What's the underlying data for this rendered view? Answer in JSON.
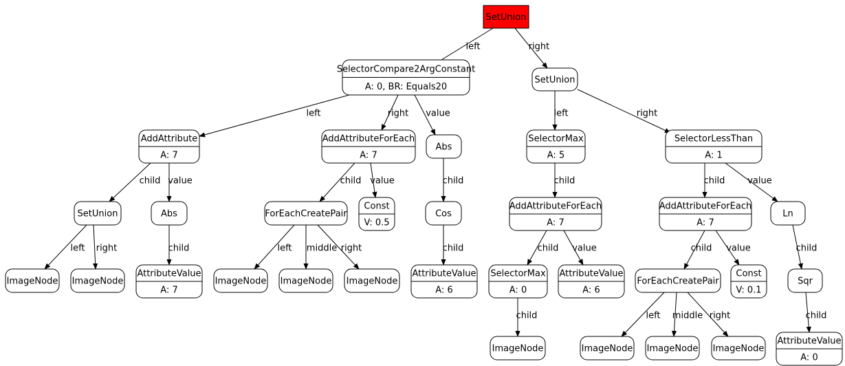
{
  "diagram": {
    "nodes": [
      {
        "id": "n0",
        "title": "SetUnion",
        "root": true
      },
      {
        "id": "n1",
        "title": "SelectorCompare2ArgConstant",
        "sub": "A: 0, BR: Equals20"
      },
      {
        "id": "n2",
        "title": "SetUnion"
      },
      {
        "id": "n3",
        "title": "AddAttribute",
        "sub": "A: 7"
      },
      {
        "id": "n4",
        "title": "AddAttributeForEach",
        "sub": "A: 7"
      },
      {
        "id": "n5",
        "title": "Abs"
      },
      {
        "id": "n6",
        "title": "SelectorMax",
        "sub": "A: 5"
      },
      {
        "id": "n7",
        "title": "SelectorLessThan",
        "sub": "A: 1"
      },
      {
        "id": "n8",
        "title": "SetUnion"
      },
      {
        "id": "n9",
        "title": "Abs"
      },
      {
        "id": "n10",
        "title": "ForEachCreatePair"
      },
      {
        "id": "n11",
        "title": "Const",
        "sub": "V: 0.5"
      },
      {
        "id": "n12",
        "title": "Cos"
      },
      {
        "id": "n13",
        "title": "AddAttributeForEach",
        "sub": "A: 7"
      },
      {
        "id": "n14",
        "title": "AddAttributeForEach",
        "sub": "A: 7"
      },
      {
        "id": "n15",
        "title": "Ln"
      },
      {
        "id": "n16",
        "title": "ImageNode"
      },
      {
        "id": "n17",
        "title": "ImageNode"
      },
      {
        "id": "n18",
        "title": "AttributeValue",
        "sub": "A: 7"
      },
      {
        "id": "n19",
        "title": "ImageNode"
      },
      {
        "id": "n20",
        "title": "ImageNode"
      },
      {
        "id": "n21",
        "title": "ImageNode"
      },
      {
        "id": "n22",
        "title": "AttributeValue",
        "sub": "A: 6"
      },
      {
        "id": "n23",
        "title": "SelectorMax",
        "sub": "A: 0"
      },
      {
        "id": "n24",
        "title": "AttributeValue",
        "sub": "A: 6"
      },
      {
        "id": "n25",
        "title": "ForEachCreatePair"
      },
      {
        "id": "n26",
        "title": "Const",
        "sub": "V: 0.1"
      },
      {
        "id": "n27",
        "title": "Sqr"
      },
      {
        "id": "n28",
        "title": "ImageNode"
      },
      {
        "id": "n29",
        "title": "ImageNode"
      },
      {
        "id": "n30",
        "title": "ImageNode"
      },
      {
        "id": "n31",
        "title": "ImageNode"
      },
      {
        "id": "n32",
        "title": "AttributeValue",
        "sub": "A: 0"
      }
    ],
    "edges": [
      {
        "from": "n0",
        "to": "n1",
        "label": "left"
      },
      {
        "from": "n0",
        "to": "n2",
        "label": "right"
      },
      {
        "from": "n1",
        "to": "n3",
        "label": "left"
      },
      {
        "from": "n1",
        "to": "n4",
        "label": "right"
      },
      {
        "from": "n1",
        "to": "n5",
        "label": "value"
      },
      {
        "from": "n2",
        "to": "n6",
        "label": "left"
      },
      {
        "from": "n2",
        "to": "n7",
        "label": "right"
      },
      {
        "from": "n3",
        "to": "n8",
        "label": "child"
      },
      {
        "from": "n3",
        "to": "n9",
        "label": "value"
      },
      {
        "from": "n4",
        "to": "n10",
        "label": "child"
      },
      {
        "from": "n4",
        "to": "n11",
        "label": "value"
      },
      {
        "from": "n5",
        "to": "n12",
        "label": "child"
      },
      {
        "from": "n6",
        "to": "n13",
        "label": "child"
      },
      {
        "from": "n7",
        "to": "n14",
        "label": "child"
      },
      {
        "from": "n7",
        "to": "n15",
        "label": "value"
      },
      {
        "from": "n8",
        "to": "n16",
        "label": "left"
      },
      {
        "from": "n8",
        "to": "n17",
        "label": "right"
      },
      {
        "from": "n9",
        "to": "n18",
        "label": "child"
      },
      {
        "from": "n10",
        "to": "n19",
        "label": "left"
      },
      {
        "from": "n10",
        "to": "n20",
        "label": "middle"
      },
      {
        "from": "n10",
        "to": "n21",
        "label": "right"
      },
      {
        "from": "n12",
        "to": "n22",
        "label": "child"
      },
      {
        "from": "n13",
        "to": "n23",
        "label": "child"
      },
      {
        "from": "n13",
        "to": "n24",
        "label": "value"
      },
      {
        "from": "n14",
        "to": "n25",
        "label": "child"
      },
      {
        "from": "n14",
        "to": "n26",
        "label": "value"
      },
      {
        "from": "n15",
        "to": "n27",
        "label": "child"
      },
      {
        "from": "n23",
        "to": "n28",
        "label": "child"
      },
      {
        "from": "n25",
        "to": "n29",
        "label": "left"
      },
      {
        "from": "n25",
        "to": "n30",
        "label": "middle"
      },
      {
        "from": "n25",
        "to": "n31",
        "label": "right"
      },
      {
        "from": "n27",
        "to": "n32",
        "label": "child"
      }
    ]
  },
  "colors": {
    "root_fill": "#ff0000",
    "node_fill": "#ffffff",
    "stroke": "#000000"
  }
}
